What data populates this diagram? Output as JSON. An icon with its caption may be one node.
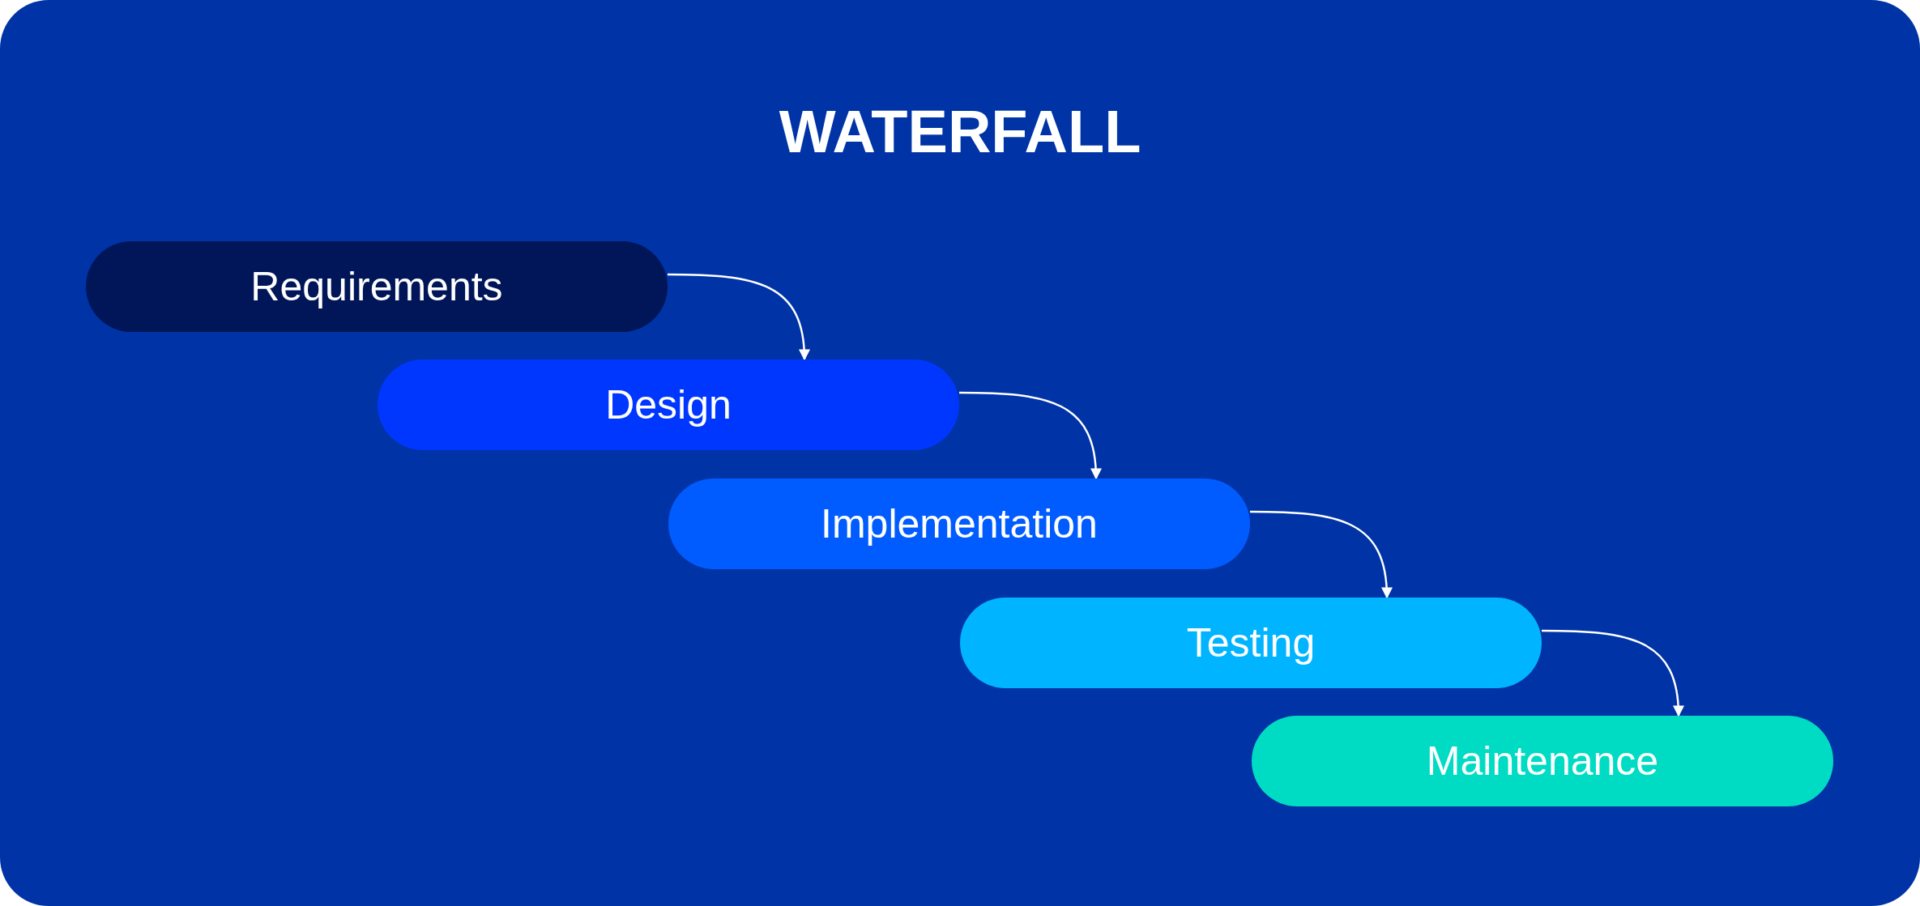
{
  "diagram": {
    "title": "WATERFALL",
    "nodes": [
      {
        "text": [
          "Requirements"
        ]
      },
      {
        "text": [
          "Design"
        ]
      },
      {
        "text": [
          "Implementation"
        ]
      },
      {
        "text": [
          "Testing"
        ]
      },
      {
        "text": [
          "Maintenance"
        ]
      }
    ],
    "edges": [
      {
        "from": 0,
        "to": 1,
        "arrow": "to"
      },
      {
        "from": 1,
        "to": 2,
        "arrow": "to"
      },
      {
        "from": 2,
        "to": 3,
        "arrow": "to"
      },
      {
        "from": 3,
        "to": 4,
        "arrow": "to"
      }
    ]
  }
}
